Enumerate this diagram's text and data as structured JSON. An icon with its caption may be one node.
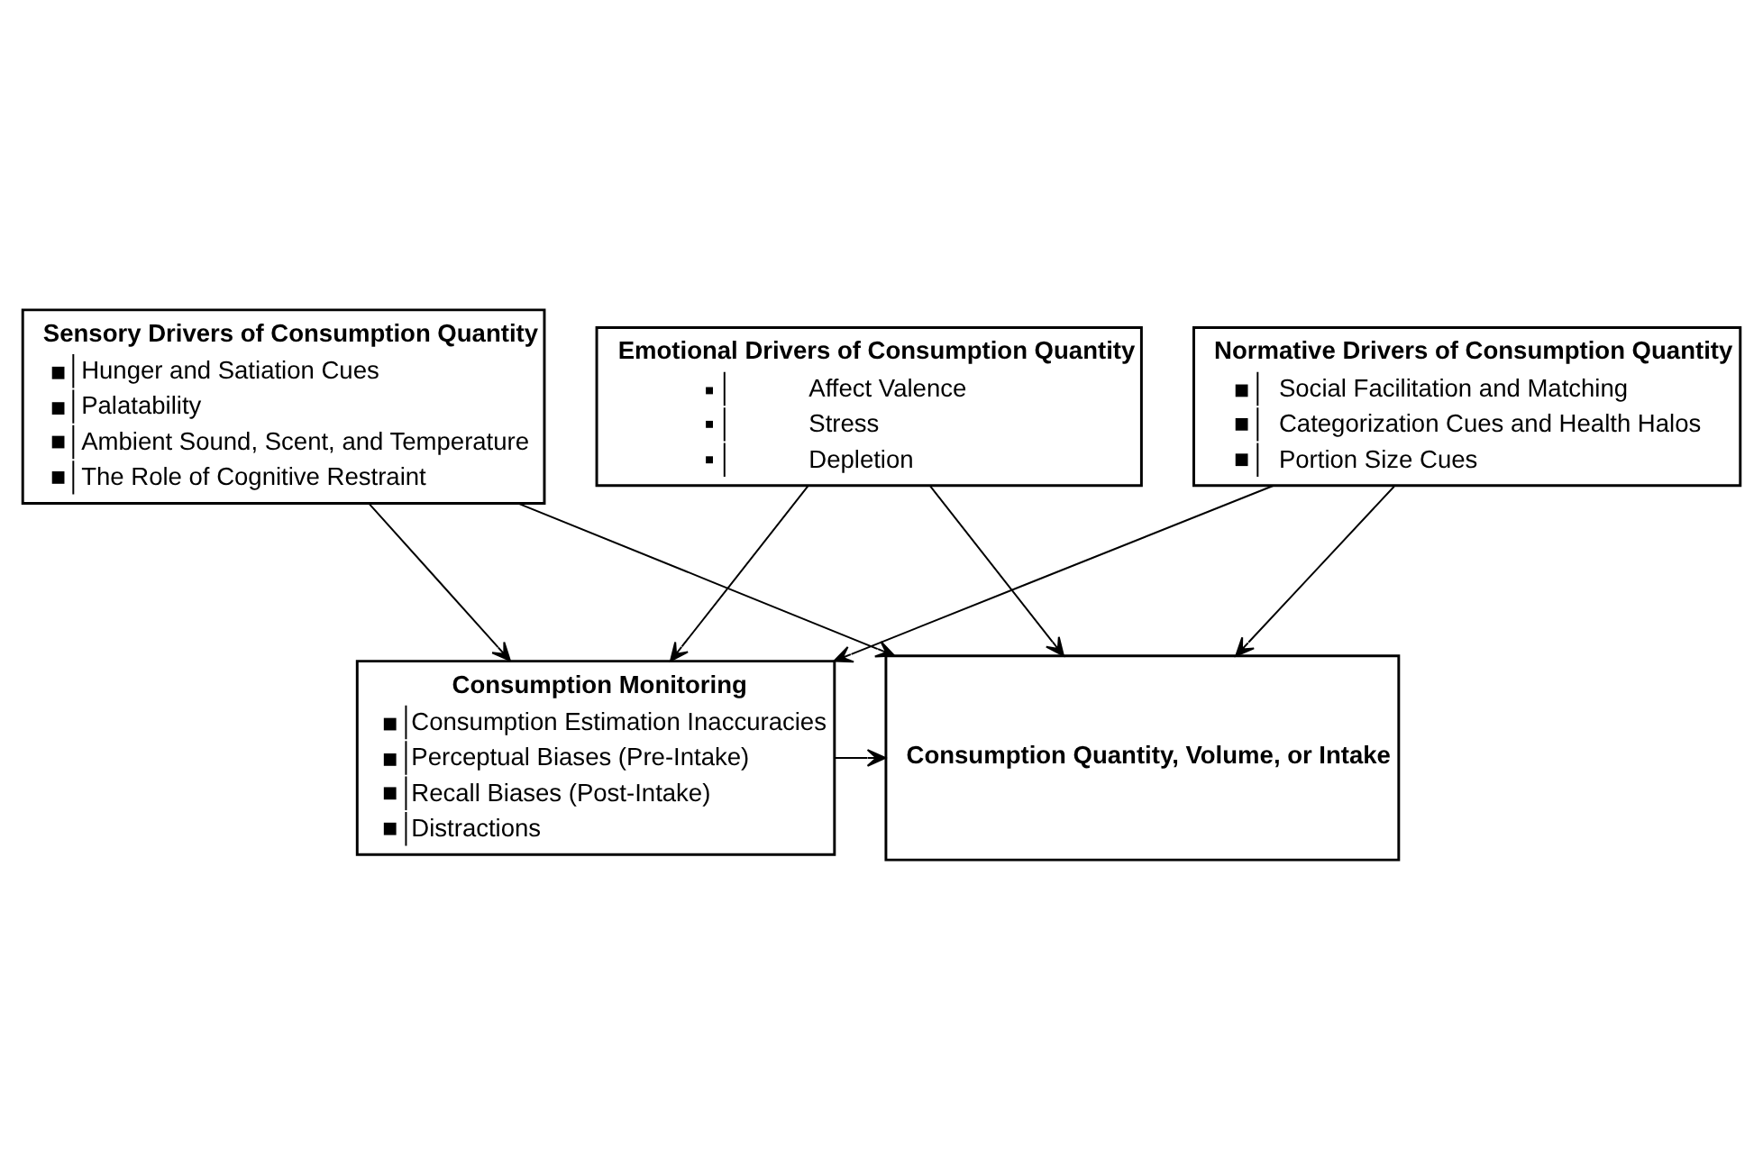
{
  "diagram": {
    "nodes": [
      {
        "text": [
          "Sensory Drivers of Consumption Quantity",
          "Hunger and Satiation Cues",
          "Palatability",
          "Ambient Sound, Scent, and Temperature",
          "The Role of Cognitive Restraint"
        ]
      },
      {
        "text": [
          "Emotional Drivers of Consumption Quantity",
          "Affect Valence",
          "Stress",
          "Depletion"
        ]
      },
      {
        "text": [
          "Normative Drivers of Consumption Quantity",
          "Social Facilitation and Matching",
          "Categorization Cues and Health Halos",
          "Portion Size Cues"
        ]
      },
      {
        "text": [
          "Consumption Monitoring",
          "Consumption Estimation Inaccuracies",
          "Perceptual Biases (Pre-Intake)",
          "Recall Biases (Post-Intake)",
          "Distractions"
        ]
      },
      {
        "text": [
          "Consumption Quantity, Volume, or Intake"
        ]
      }
    ],
    "edges": [
      {
        "from": 0,
        "to": 3,
        "arrow": "to"
      },
      {
        "from": 0,
        "to": 4,
        "arrow": "to"
      },
      {
        "from": 1,
        "to": 3,
        "arrow": "to"
      },
      {
        "from": 1,
        "to": 4,
        "arrow": "to"
      },
      {
        "from": 2,
        "to": 3,
        "arrow": "to"
      },
      {
        "from": 2,
        "to": 4,
        "arrow": "to"
      },
      {
        "from": 3,
        "to": 4,
        "arrow": "to"
      }
    ]
  }
}
